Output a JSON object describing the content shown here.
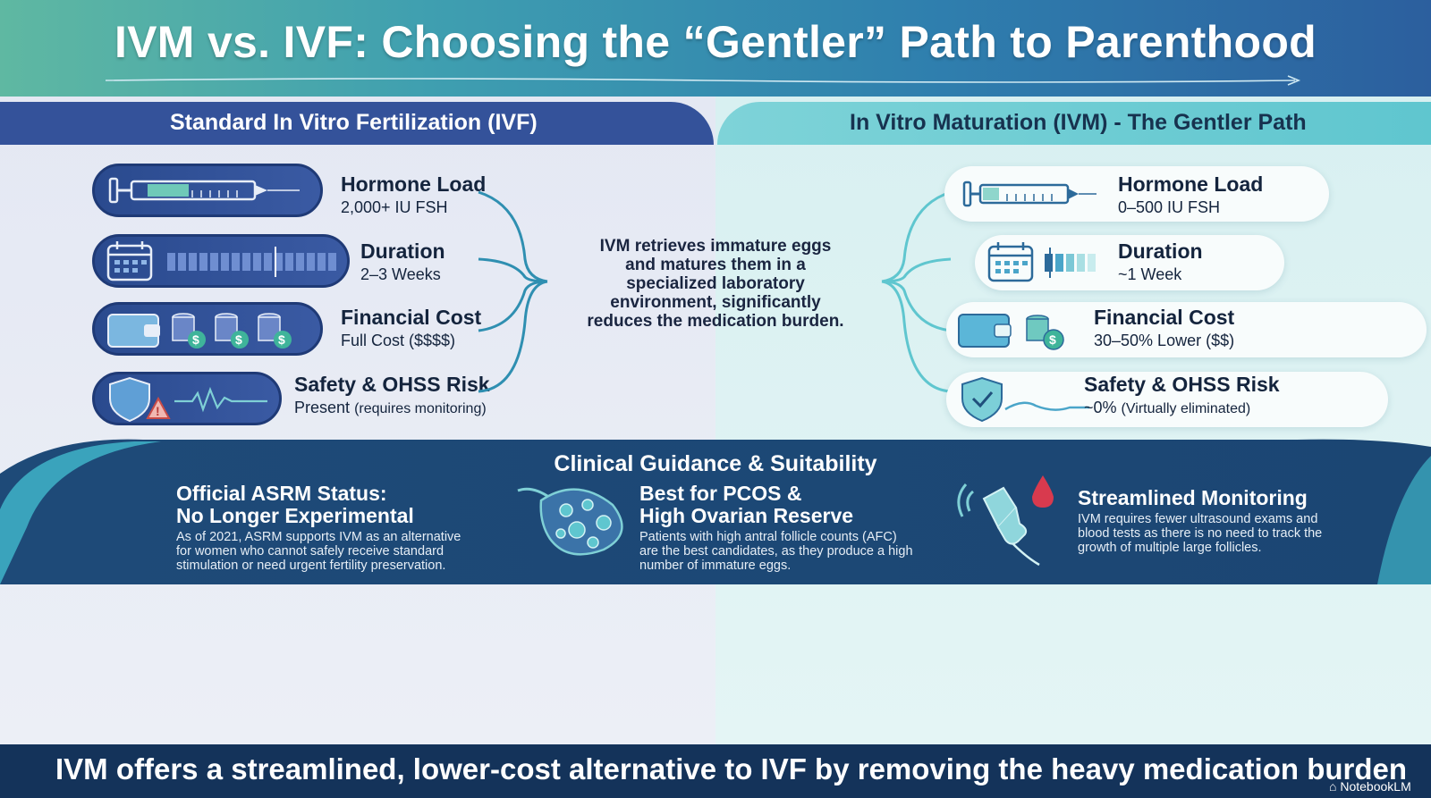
{
  "title": "IVM vs. IVF: Choosing the “Gentler” Path to Parenthood",
  "ivf": {
    "heading": "Standard In Vitro Fertilization (IVF)",
    "rows": [
      {
        "title": "Hormone Load",
        "value": "2,000+ IU FSH",
        "icon": "syringe-icon"
      },
      {
        "title": "Duration",
        "value": "2–3 Weeks",
        "icon": "calendar-icon"
      },
      {
        "title": "Financial Cost",
        "value": "Full Cost ($$$$)",
        "icon": "wallet-coins-icon"
      },
      {
        "title": "Safety & OHSS Risk",
        "value": "Present",
        "note": "(requires monitoring)",
        "icon": "shield-warning-icon"
      }
    ]
  },
  "ivm": {
    "heading": "In Vitro Maturation (IVM) - The Gentler Path",
    "rows": [
      {
        "title": "Hormone Load",
        "value": "0–500 IU FSH",
        "icon": "syringe-icon"
      },
      {
        "title": "Duration",
        "value": "~1 Week",
        "icon": "calendar-icon"
      },
      {
        "title": "Financial Cost",
        "value": "30–50% Lower ($$)",
        "icon": "wallet-coins-icon"
      },
      {
        "title": "Safety & OHSS Risk",
        "value": "~0%",
        "note": "(Virtually eliminated)",
        "icon": "shield-check-icon"
      }
    ]
  },
  "center_text": "IVM retrieves immature eggs and matures them in a specialized laboratory environment, significantly reduces the medication burden.",
  "guidance": {
    "heading": "Clinical Guidance & Suitability",
    "items": [
      {
        "title_line1": "Official ASRM Status:",
        "title_line2": "No Longer Experimental",
        "body": "As of 2021, ASRM supports IVM as an alternative for women who cannot safely receive standard stimulation or need urgent fertility preservation."
      },
      {
        "title_line1": "Best for PCOS &",
        "title_line2": "High Ovarian Reserve",
        "body": "Patients with high antral follicle counts (AFC) are the best candidates, as they produce a high number of immature eggs.",
        "icon": "ovary-follicles-icon"
      },
      {
        "title_line1": "Streamlined Monitoring",
        "title_line2": "",
        "body": "IVM requires fewer ultrasound exams and blood tests as there is no need to track the growth of multiple large follicles.",
        "icon": "ultrasound-blood-drop-icon"
      }
    ]
  },
  "footer": "IVM offers a streamlined, lower-cost alternative to IVF by removing the heavy medication burden",
  "brand": "NotebookLM",
  "colors": {
    "ivf_header": "#34529a",
    "ivm_header": "#6ccbd3",
    "band": "#1f4f7c",
    "footer": "#14335a"
  }
}
